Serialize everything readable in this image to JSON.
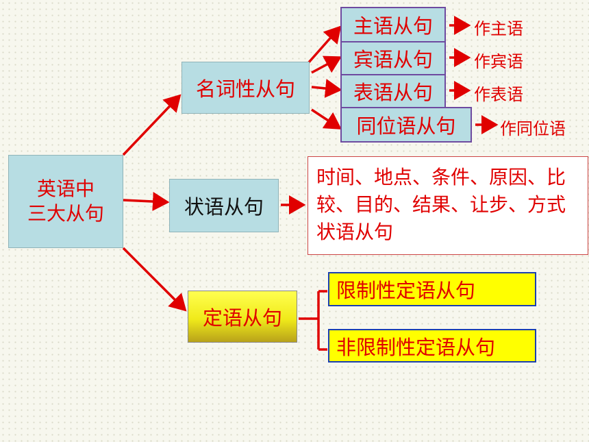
{
  "root": {
    "label": "英语中\n三大从句"
  },
  "branches": {
    "noun": {
      "label": "名词性从句",
      "items": [
        {
          "label": "主语从句",
          "role": "作主语"
        },
        {
          "label": "宾语从句",
          "role": "作宾语"
        },
        {
          "label": "表语从句",
          "role": "作表语"
        },
        {
          "label": "同位语从句",
          "role": "作同位语"
        }
      ]
    },
    "adverbial": {
      "label": "状语从句",
      "detail": "时间、地点、条件、原因、比较、目的、结果、让步、方式状语从句"
    },
    "attributive": {
      "label": "定语从句",
      "items": [
        {
          "label": "限制性定语从句"
        },
        {
          "label": "非限制性定语从句"
        }
      ]
    }
  },
  "colors": {
    "arrow": "#e00000",
    "box_fill": "#b7dde3",
    "noun_item_border": "#6e4aa0",
    "attributive_item_fill": "#ffff00",
    "attributive_item_border": "#1a3fb0"
  }
}
